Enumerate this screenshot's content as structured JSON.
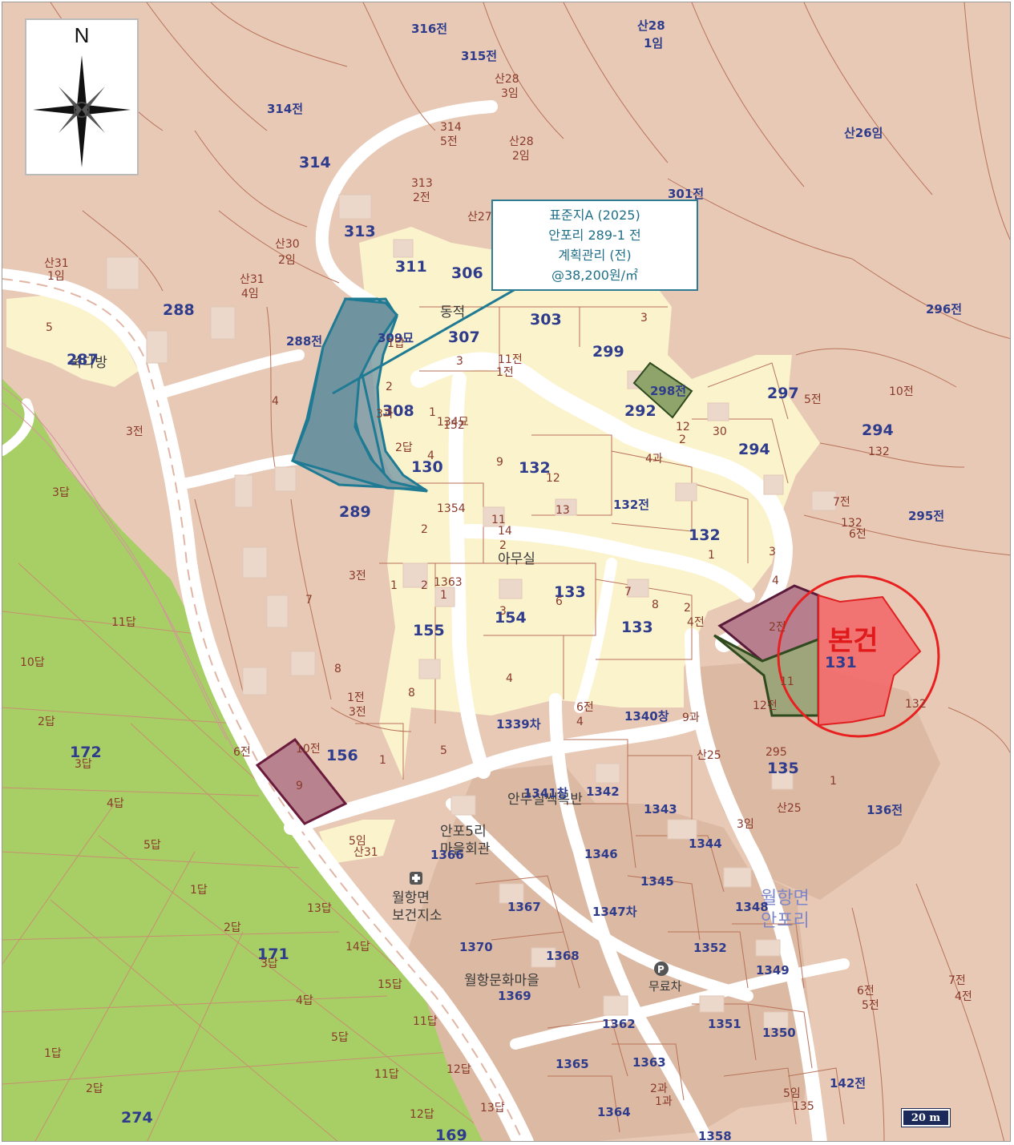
{
  "callout": {
    "line1": "표준지A (2025)",
    "line2": "안포리 289-1 전",
    "line3": "계획관리 (전)",
    "line4": "@38,200원/㎡"
  },
  "subject_label": "본건",
  "compass": {
    "north": "N"
  },
  "scale": "20 m",
  "colors": {
    "forest": "#e7c9b6",
    "residential": "#fbf3cc",
    "paddy": "#a7cf66",
    "road": "#ffffff",
    "subject": "#f26a6a",
    "standard_land": "#7f9ea8",
    "callout_border": "#2d7c93",
    "admin_text": "#7d86c9"
  },
  "places": {
    "p1": "동적",
    "p2": "아무실",
    "p3": "안포5리",
    "p4": "마을회관",
    "p5": "월항면",
    "p6": "보건지소",
    "p7": "월항문화마을",
    "p8": "안무실쌕목반",
    "p9": "쑥다방",
    "p10": "무료차"
  },
  "admin_area": {
    "line1": "월항면",
    "line2": "안포리"
  },
  "parcels_bold": [
    "316전",
    "315전",
    "314전",
    "산28",
    "1임",
    "산26임",
    "301전",
    "311",
    "306",
    "309묘",
    "307",
    "303",
    "299",
    "298전",
    "297",
    "294",
    "292",
    "294",
    "296전",
    "295전",
    "288",
    "288전",
    "289",
    "308",
    "130",
    "132",
    "132전",
    "132",
    "133",
    "133",
    "154",
    "155",
    "156",
    "131",
    "135",
    "136전",
    "1339차",
    "1340창",
    "1341창",
    "1342",
    "1343",
    "1344",
    "1345",
    "1346",
    "1347차",
    "1348",
    "1349",
    "1350",
    "1351",
    "1352",
    "1358",
    "1362",
    "1363",
    "1364",
    "1365",
    "1366",
    "1367",
    "1368",
    "1369",
    "1370",
    "172",
    "171",
    "274",
    "169",
    "142전",
    "313",
    "314",
    "287"
  ],
  "parcels_small": [
    "산28",
    "3임",
    "산28",
    "2임",
    "314",
    "5전",
    "313",
    "2전",
    "산27",
    "산30",
    "2임",
    "산31",
    "1임",
    "산31",
    "4임",
    "5",
    "3전",
    "4",
    "3답",
    "3전",
    "7",
    "8",
    "6전",
    "10전",
    "9",
    "1",
    "11답",
    "10답",
    "2답",
    "3답",
    "4답",
    "5답",
    "1답",
    "2답",
    "3답",
    "4답",
    "5답",
    "1답",
    "2답",
    "11답",
    "12답",
    "13답",
    "14답",
    "15답",
    "11답",
    "12답",
    "13답",
    "1답",
    "2답",
    "3",
    "2",
    "1",
    "2",
    "1",
    "2",
    "3",
    "4",
    "5",
    "6",
    "7",
    "8",
    "9",
    "11",
    "12",
    "13",
    "14",
    "2",
    "1",
    "3",
    "4",
    "2",
    "4전",
    "2전",
    "11",
    "12전",
    "132",
    "5전",
    "10전",
    "132",
    "7전",
    "132",
    "6전",
    "6전",
    "5전",
    "7전",
    "4전",
    "1전",
    "3전",
    "6전",
    "4",
    "295",
    "1",
    "산25",
    "3임",
    "산25",
    "5임",
    "산31",
    "5임",
    "135",
    "2과",
    "1과",
    "9과",
    "8",
    "3과",
    "4과",
    "152",
    "4",
    "1354",
    "1363",
    "1",
    "134묘",
    "11전",
    "1전",
    "12",
    "2",
    "3",
    "30",
    "임",
    "14",
    "전",
    "299",
    "4",
    "132",
    "4전",
    "292",
    "7전",
    "1",
    "2"
  ]
}
